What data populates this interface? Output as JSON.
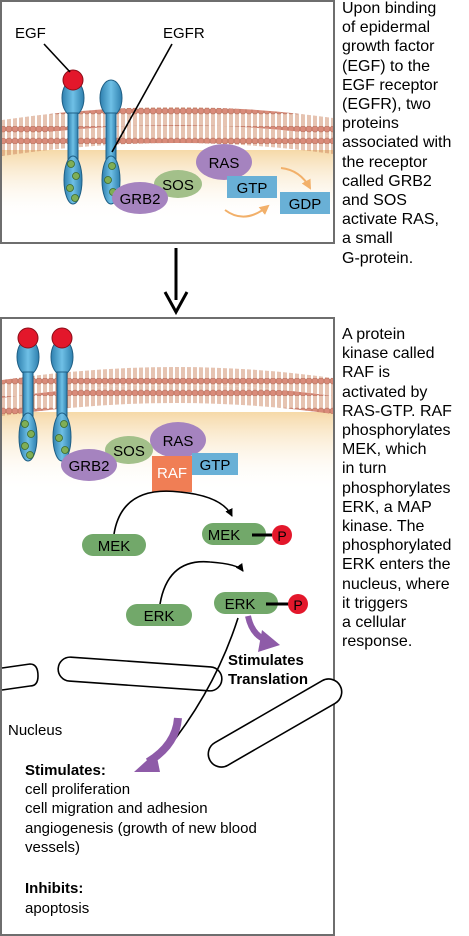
{
  "panel1": {
    "labels": {
      "egf": "EGF",
      "egfr": "EGFR",
      "ras": "RAS",
      "sos": "SOS",
      "grb2": "GRB2",
      "gtp": "GTP",
      "gdp": "GDP"
    },
    "caption": "Upon binding\nof epidermal\ngrowth factor\n(EGF) to the\nEGF receptor\n(EGFR), two\nproteins\nassociated with\nthe receptor\ncalled GRB2\nand SOS\nactivate RAS,\na small\nG-protein."
  },
  "panel2": {
    "labels": {
      "ras": "RAS",
      "sos": "SOS",
      "grb2": "GRB2",
      "raf": "RAF",
      "gtp": "GTP",
      "mek": "MEK",
      "mek_p": "MEK",
      "erk": "ERK",
      "erk_p": "ERK",
      "phospho": "P",
      "stimulates_translation_line1": "Stimulates",
      "stimulates_translation_line2": "Translation",
      "nucleus": "Nucleus",
      "stimulates_heading": "Stimulates:",
      "stim_item1": "cell proliferation",
      "stim_item2": "cell migration and adhesion",
      "stim_item3": "angiogenesis (growth of new blood",
      "stim_item4": "vessels)",
      "inhibits_heading": "Inhibits:",
      "inhibits_item1": "apoptosis"
    },
    "caption": "A protein\nkinase called\nRAF is\nactivated by\nRAS-GTP. RAF\nphosphorylates\nMEK, which\nin turn\nphosphorylates\nERK, a MAP\nkinase. The\nphosphorylated\nERK enters the\nnucleus, where\nit triggers\na cellular\nresponse."
  },
  "colors": {
    "membrane_head": "#d98b7a",
    "membrane_tail": "#c77a52",
    "receptor_blue": "#4aa3d1",
    "egf_red": "#e3172b",
    "ras_purple": "#a583bf",
    "sos_green": "#a3c08a",
    "gtp_blue": "#69b0d6",
    "raf_orange": "#f07e55",
    "kinase_green": "#72a86a",
    "arrow_purple": "#8e5ba8",
    "arrow_orange": "#f2b06a"
  }
}
